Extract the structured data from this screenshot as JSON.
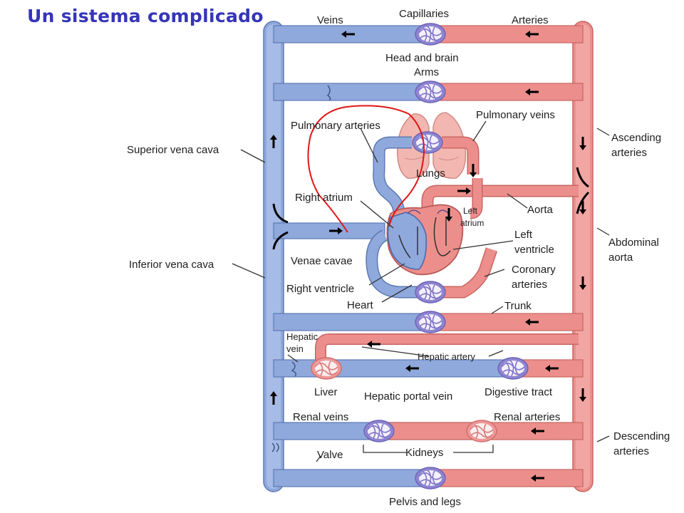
{
  "slide": {
    "title": "Un sistema complicado"
  },
  "colors": {
    "title": "#3535b8",
    "vein": "#8fa9dc",
    "artery": "#ec8f8c",
    "capillary": "#9d96da",
    "annotation": "#e01616"
  },
  "labels": {
    "veins": "Veins",
    "capillaries": "Capillaries",
    "arteries": "Arteries",
    "head_and_brain": "Head and brain",
    "arms": "Arms",
    "pulmonary_arteries": "Pulmonary arteries",
    "pulmonary_veins": "Pulmonary veins",
    "ascending_arteries_1": "Ascending",
    "ascending_arteries_2": "arteries",
    "superior_vena_cava": "Superior vena cava",
    "lungs": "Lungs",
    "right_atrium": "Right atrium",
    "aorta": "Aorta",
    "left_atrium_1": "Left",
    "left_atrium_2": "atrium",
    "abdominal_aorta_1": "Abdominal",
    "abdominal_aorta_2": "aorta",
    "left_ventricle_1": "Left",
    "left_ventricle_2": "ventricle",
    "inferior_vena_cava": "Inferior vena cava",
    "venae_cavae": "Venae cavae",
    "coronary_arteries_1": "Coronary",
    "coronary_arteries_2": "arteries",
    "right_ventricle": "Right ventricle",
    "heart": "Heart",
    "trunk": "Trunk",
    "hepatic_vein_1": "Hepatic",
    "hepatic_vein_2": "vein",
    "hepatic_artery": "Hepatic artery",
    "liver": "Liver",
    "hepatic_portal_vein": "Hepatic portal vein",
    "digestive_tract": "Digestive tract",
    "renal_veins": "Renal veins",
    "renal_arteries": "Renal arteries",
    "descending_arteries_1": "Descending",
    "descending_arteries_2": "arteries",
    "valve": "Valve",
    "kidneys": "Kidneys",
    "pelvis_and_legs": "Pelvis and legs"
  }
}
